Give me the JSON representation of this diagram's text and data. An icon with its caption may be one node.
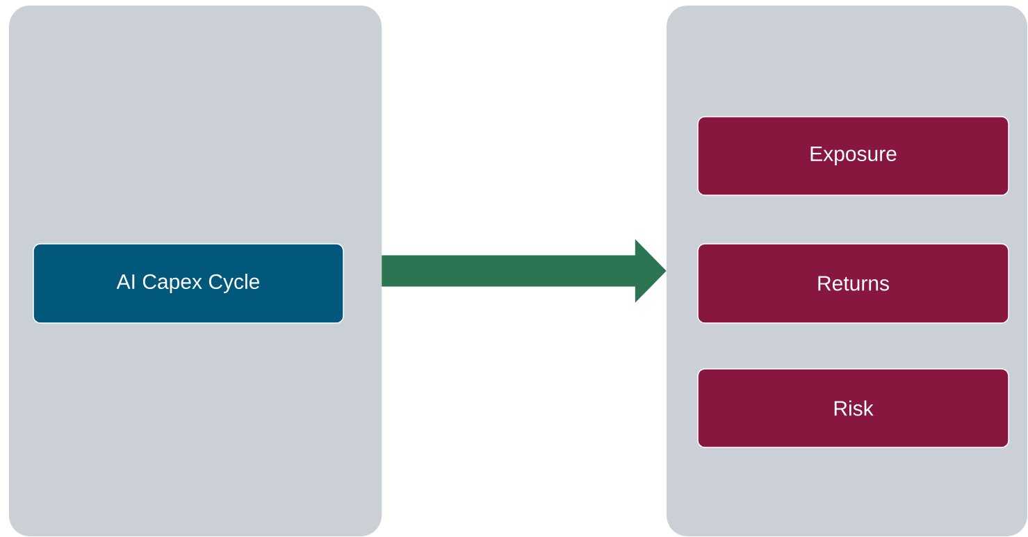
{
  "diagram": {
    "nodes": [
      {
        "text": [],
        "shape": "box"
      },
      {
        "text": [
          "AI Capex Cycle"
        ],
        "in": 0
      },
      {
        "text": [],
        "shape": "box"
      },
      {
        "text": [
          "Exposure"
        ],
        "in": 2
      },
      {
        "text": [
          "Returns"
        ],
        "in": 2
      },
      {
        "text": [
          "Risk"
        ],
        "in": 2
      }
    ],
    "edges": [
      {
        "from": 0,
        "to": 2,
        "arrow": "to"
      }
    ]
  }
}
